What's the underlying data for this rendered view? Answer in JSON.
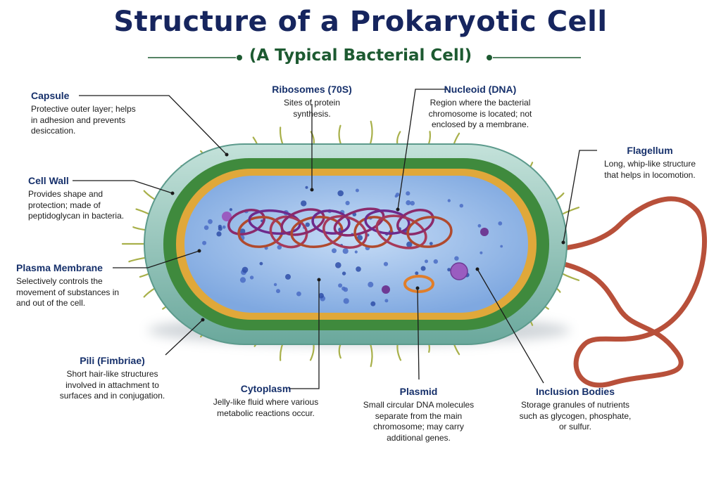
{
  "title": "Structure of a Prokaryotic Cell",
  "subtitle": "(A Typical Bacterial Cell)",
  "colors": {
    "title": "#16255e",
    "subtitle": "#1d5a31",
    "heading": "#16306b",
    "capsule": "#8fc3b6",
    "cell_wall": "#3f8a3d",
    "membrane": "#e0a83a",
    "cytoplasm": "#a9c8ee",
    "dna": "#8b2a6b",
    "flagellum": "#b8503a"
  },
  "labels": {
    "capsule": {
      "title": "Capsule",
      "desc": "Protective outer layer; helps in adhesion and prevents desiccation."
    },
    "cell_wall": {
      "title": "Cell Wall",
      "desc": "Provides shape and protection; made of peptidoglycan in bacteria."
    },
    "plasma_membrane": {
      "title": "Plasma Membrane",
      "desc": "Selectively controls the movement of substances in and out of the cell."
    },
    "pili": {
      "title": "Pili (Fimbriae)",
      "desc": "Short hair-like structures involved in attachment to surfaces and in conjugation."
    },
    "ribosomes": {
      "title": "Ribosomes (70S)",
      "desc": "Sites of protein synthesis."
    },
    "nucleoid": {
      "title": "Nucleoid (DNA)",
      "desc": "Region where the bacterial chromosome is located; not enclosed by a membrane."
    },
    "flagellum": {
      "title": "Flagellum",
      "desc": "Long, whip-like structure that helps in locomotion."
    },
    "cytoplasm": {
      "title": "Cytoplasm",
      "desc": "Jelly-like fluid where various metabolic reactions occur."
    },
    "plasmid": {
      "title": "Plasmid",
      "desc": "Small circular DNA molecules separate from the main chromosome; may carry additional genes."
    },
    "inclusion_bodies": {
      "title": "Inclusion Bodies",
      "desc": "Storage granules of nutrients such as glycogen, phosphate, or sulfur."
    }
  }
}
